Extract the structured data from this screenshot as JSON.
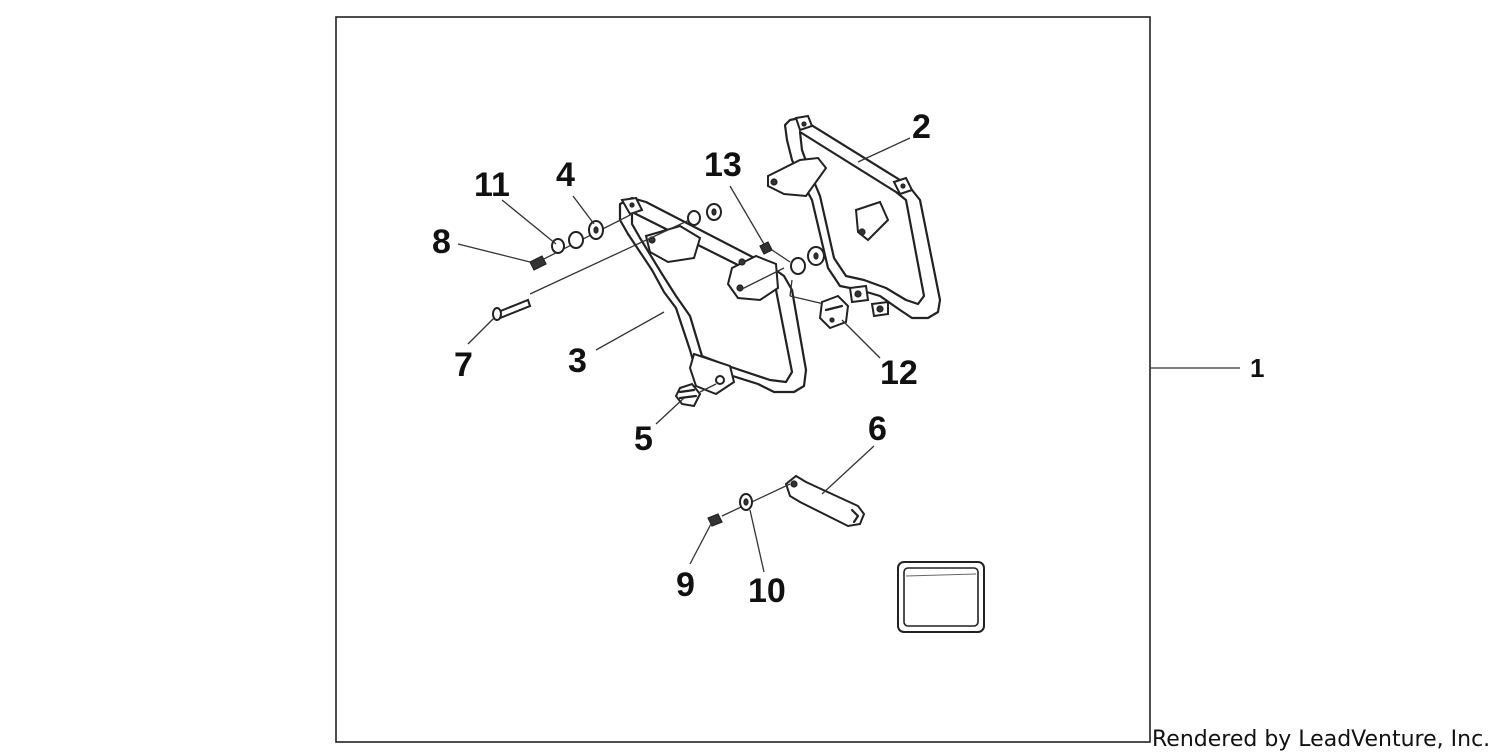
{
  "diagram": {
    "callouts": [
      "1",
      "2",
      "3",
      "4",
      "5",
      "6",
      "7",
      "8",
      "9",
      "10",
      "11",
      "12",
      "13"
    ],
    "credit": "Rendered by LeadVenture, Inc."
  }
}
